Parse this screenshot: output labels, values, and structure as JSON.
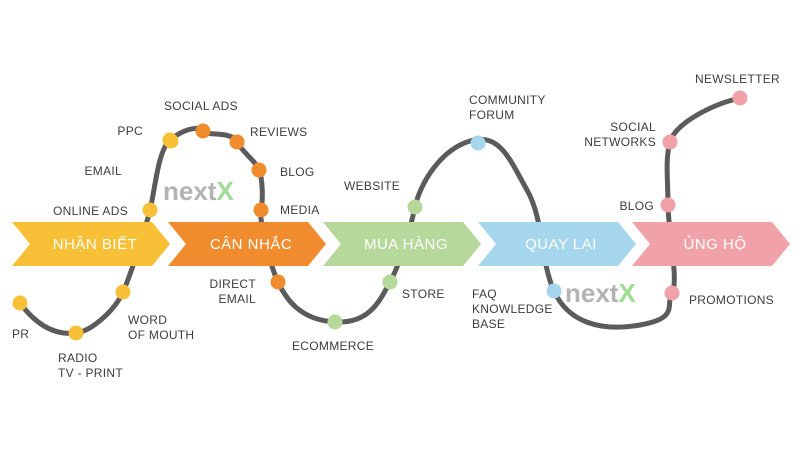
{
  "stages": [
    {
      "label": "NHẬN BIẾT",
      "color": "#f7c036"
    },
    {
      "label": "CÂN NHẮC",
      "color": "#f08c2e"
    },
    {
      "label": "MUA HÀNG",
      "color": "#b6d89a"
    },
    {
      "label": "QUAY LẠI",
      "color": "#a6d6ee"
    },
    {
      "label": "ỦNG HỘ",
      "color": "#f0a2a8"
    }
  ],
  "touchpoints": [
    {
      "lines": [
        "PR"
      ],
      "color": "#f7c036"
    },
    {
      "lines": [
        "RADIO",
        "TV - PRINT"
      ],
      "color": "#f7c036"
    },
    {
      "lines": [
        "WORD",
        "OF MOUTH"
      ],
      "color": "#f7c036"
    },
    {
      "lines": [
        "ONLINE ADS"
      ],
      "color": "#f7c036"
    },
    {
      "lines": [
        "EMAIL"
      ],
      "color": "#f7c036"
    },
    {
      "lines": [
        "PPC"
      ],
      "color": "#f7c036"
    },
    {
      "lines": [
        "SOCIAL ADS"
      ],
      "color": "#f08c2e"
    },
    {
      "lines": [
        "REVIEWS"
      ],
      "color": "#f08c2e"
    },
    {
      "lines": [
        "BLOG"
      ],
      "color": "#f08c2e"
    },
    {
      "lines": [
        "MEDIA"
      ],
      "color": "#f08c2e"
    },
    {
      "lines": [
        "DIRECT",
        "EMAIL"
      ],
      "color": "#f08c2e"
    },
    {
      "lines": [
        "ECOMMERCE"
      ],
      "color": "#b6d89a"
    },
    {
      "lines": [
        "STORE"
      ],
      "color": "#b6d89a"
    },
    {
      "lines": [
        "WEBSITE"
      ],
      "color": "#b6d89a"
    },
    {
      "lines": [
        "COMMUNITY",
        "FORUM"
      ],
      "color": "#a6d6ee"
    },
    {
      "lines": [
        "FAQ",
        "KNOWLEDGE",
        "BASE"
      ],
      "color": "#a6d6ee"
    },
    {
      "lines": [
        "PROMOTIONS"
      ],
      "color": "#f0a2a8"
    },
    {
      "lines": [
        "BLOG"
      ],
      "color": "#f0a2a8"
    },
    {
      "lines": [
        "SOCIAL",
        "NETWORKS"
      ],
      "color": "#f0a2a8"
    },
    {
      "lines": [
        "NEWSLETTER"
      ],
      "color": "#f0a2a8"
    }
  ],
  "watermark": {
    "text_a": "next",
    "text_b": "X",
    "color_a": "#9a9a9a",
    "color_b": "#7fcf6e"
  },
  "colors": {
    "path": "#5b5b5b",
    "label": "#3d3d3d"
  }
}
